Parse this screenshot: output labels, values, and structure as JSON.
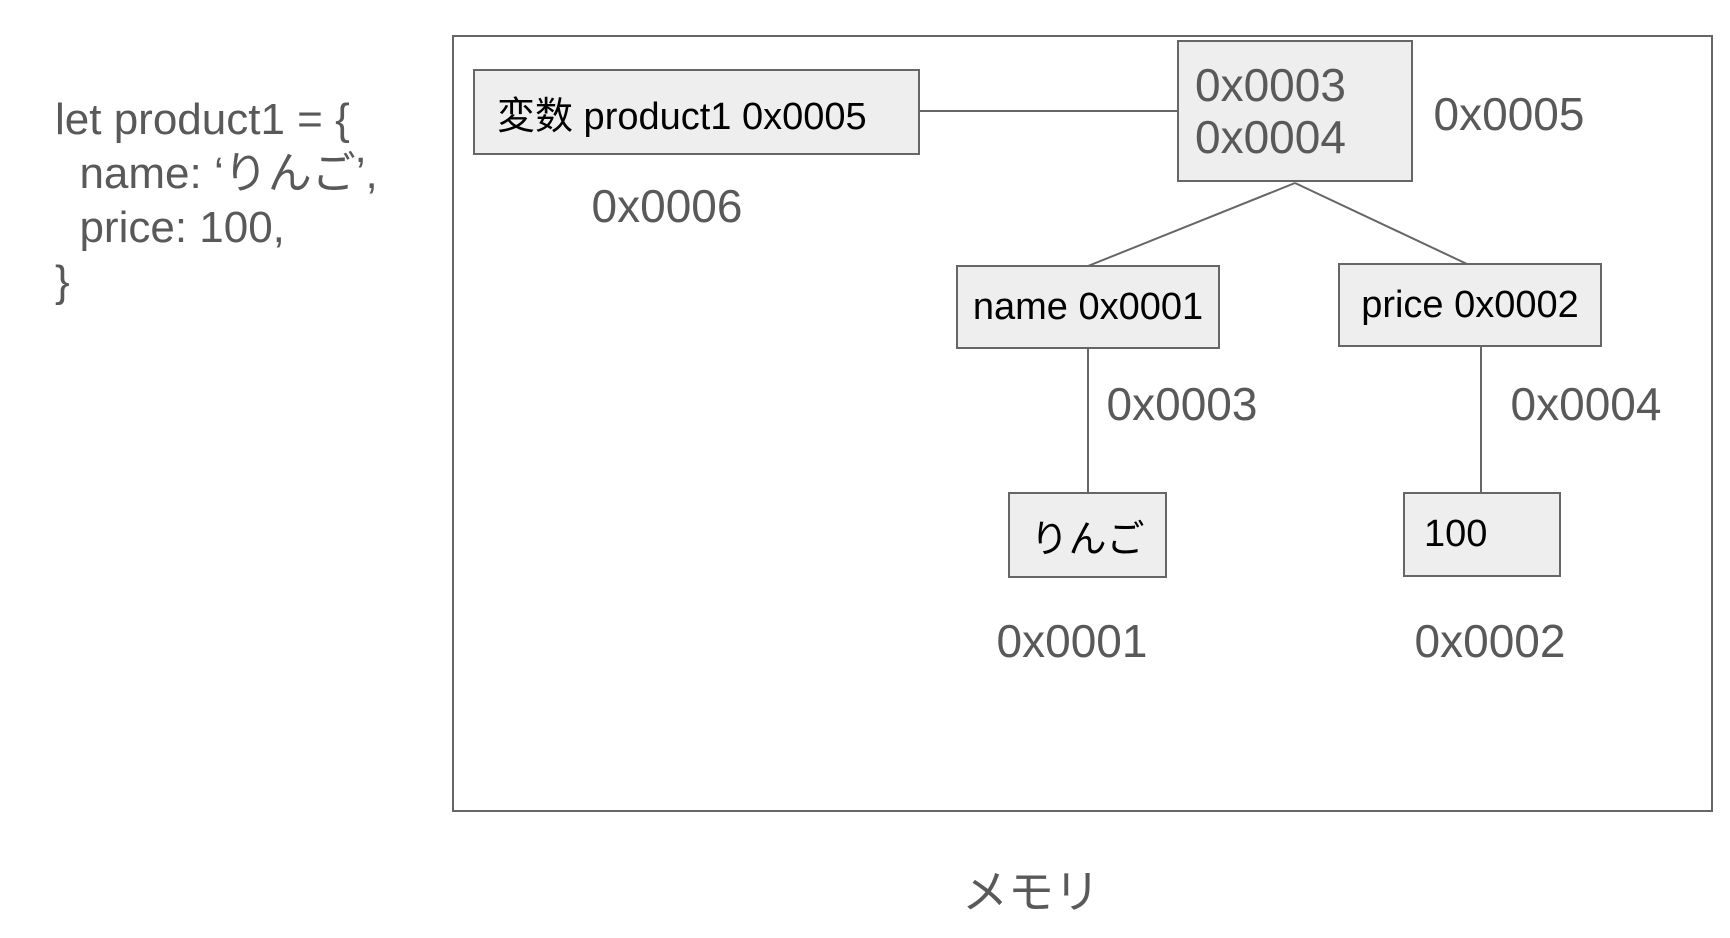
{
  "colors": {
    "box_fill": "#eeeeee",
    "box_border": "#666666",
    "connector": "#666666",
    "gray_text": "#595959",
    "box_text": "#000000"
  },
  "code_snippet": {
    "lines": [
      "let product1 = {",
      "  name: ‘りんご’,",
      "  price: 100,",
      "}"
    ]
  },
  "memory_diagram": {
    "caption": "メモリ",
    "variable_box": {
      "label": "変数 product1 0x0005",
      "address": "0x0006"
    },
    "object_box": {
      "line1": "0x0003",
      "line2": "0x0004",
      "address": "0x0005"
    },
    "name_slot_box": {
      "label": "name 0x0001",
      "address": "0x0003"
    },
    "price_slot_box": {
      "label": "price 0x0002",
      "address": "0x0004"
    },
    "name_value_box": {
      "label": "りんご",
      "address": "0x0001"
    },
    "price_value_box": {
      "label": "100",
      "address": "0x0002"
    }
  }
}
